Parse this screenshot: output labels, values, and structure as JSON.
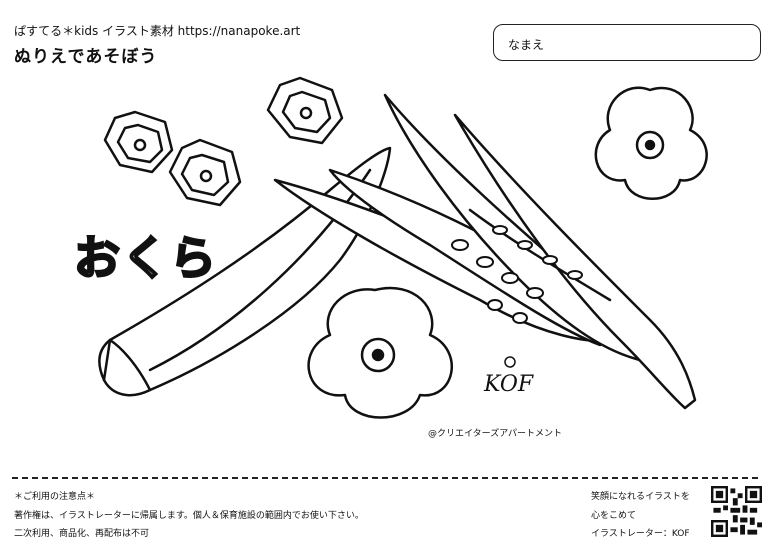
{
  "header": {
    "site": "ぱすてる＊kids イラスト素材 https://nanapoke.art",
    "heading": "ぬりえであそぼう"
  },
  "name_field": {
    "label": "なまえ"
  },
  "illustration": {
    "title": "おくら",
    "logo": "KOF",
    "credit": "@クリエイターズアパートメント"
  },
  "footer": {
    "notes": [
      "＊ご利用の注意点＊",
      "著作権は、イラストレーターに帰属します。個人＆保育施設の範囲内でお使い下さい。",
      "二次利用、商品化、再配布は不可"
    ],
    "message": [
      "笑顔になれるイラストを",
      "心をこめて",
      "イラストレーター：KOF"
    ]
  },
  "icons": {
    "qr": "qr-code-icon"
  }
}
